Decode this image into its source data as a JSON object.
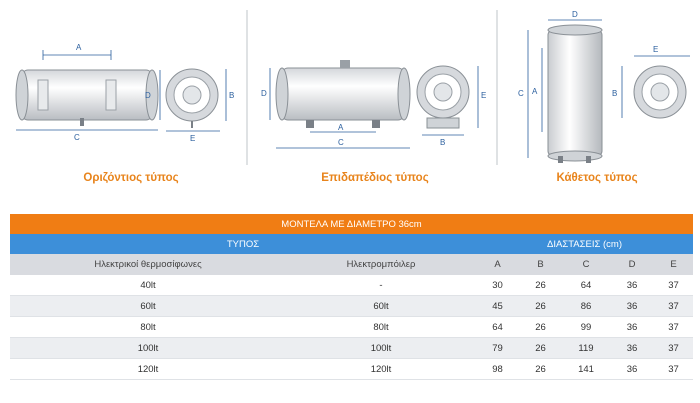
{
  "diagrams": {
    "horizontal": {
      "caption": "Οριζόντιος τύπος",
      "labels": {
        "a": "A",
        "b": "B",
        "c": "C",
        "d": "D",
        "e": "E"
      }
    },
    "floor": {
      "caption": "Επιδαπέδιος τύπος",
      "labels": {
        "a": "A",
        "b": "B",
        "c": "C",
        "d": "D",
        "e": "E"
      }
    },
    "vertical": {
      "caption": "Κάθετος τύπος",
      "labels": {
        "a": "A",
        "b": "B",
        "c": "C",
        "d": "D",
        "e": "E"
      }
    }
  },
  "table": {
    "series_title": "ΜΟΝΤΕΛΑ ΜΕ ΔΙΑΜΕΤΡΟ 36cm",
    "type_header": "ΤΥΠΟΣ",
    "dims_header": "ΔΙΑΣΤΑΣΕΙΣ (cm)",
    "col_electric_heaters": "Ηλεκτρικοί θερμοσίφωνες",
    "col_electric_boiler": "Ηλεκτρομπόιλερ",
    "dim_cols": [
      "A",
      "B",
      "C",
      "D",
      "E"
    ],
    "rows": [
      {
        "heater": "40lt",
        "boiler": "-",
        "a": "30",
        "b": "26",
        "c": "64",
        "d": "36",
        "e": "37"
      },
      {
        "heater": "60lt",
        "boiler": "60lt",
        "a": "45",
        "b": "26",
        "c": "86",
        "d": "36",
        "e": "37"
      },
      {
        "heater": "80lt",
        "boiler": "80lt",
        "a": "64",
        "b": "26",
        "c": "99",
        "d": "36",
        "e": "37"
      },
      {
        "heater": "100lt",
        "boiler": "100lt",
        "a": "79",
        "b": "26",
        "c": "119",
        "d": "36",
        "e": "37"
      },
      {
        "heater": "120lt",
        "boiler": "120lt",
        "a": "98",
        "b": "26",
        "c": "141",
        "d": "36",
        "e": "37"
      }
    ]
  }
}
